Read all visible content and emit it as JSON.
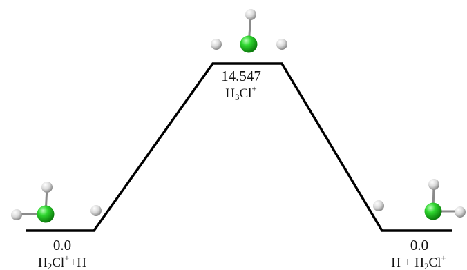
{
  "states": [
    {
      "key": "reactant",
      "energy": "0.0",
      "formula": {
        "pre": "H",
        "sub": "2",
        "mid": "Cl",
        "sup": "+",
        "post": "+H"
      }
    },
    {
      "key": "transition",
      "energy": "14.547",
      "formula": {
        "pre": "H",
        "sub": "3",
        "mid": "Cl",
        "sup": "+",
        "post": ""
      }
    },
    {
      "key": "product",
      "energy": "0.0",
      "formula": {
        "pre": "H + H",
        "sub": "2",
        "mid": "Cl",
        "sup": "+",
        "post": ""
      }
    }
  ],
  "colors": {
    "path": "#000000",
    "chlorine": "#19c219",
    "hydrogen": "#e6e6e6",
    "bond": "#8a8a8a"
  }
}
